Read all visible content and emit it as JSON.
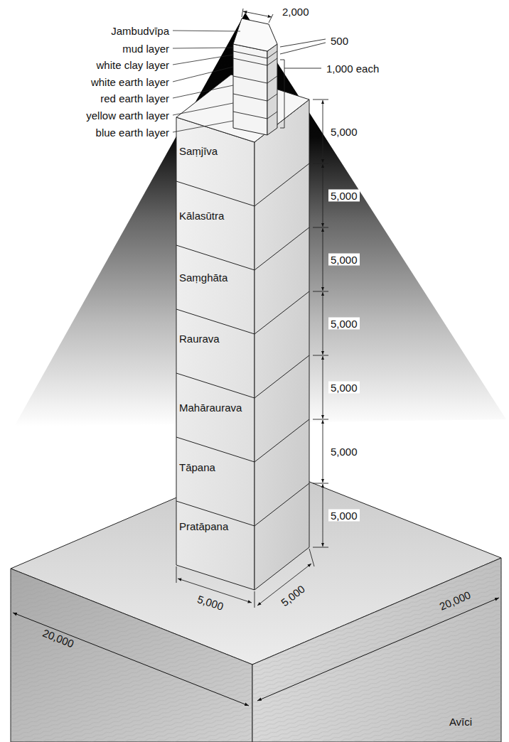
{
  "diagram": {
    "labels": [
      "Jambudvīpa",
      "mud layer",
      "white clay layer",
      "white earth layer",
      "red earth layer",
      "yellow earth layer",
      "blue earth layer",
      "2,000",
      "500",
      "1,000 each",
      "5,000",
      "5,000",
      "5,000",
      "5,000",
      "5,000",
      "5,000",
      "5,000",
      "Saṃjīva",
      "Kālasūtra",
      "Saṃghāta",
      "Raurava",
      "Mahāraurava",
      "Tāpana",
      "Pratāpana",
      "5,000",
      "5,000",
      "20,000",
      "20,000",
      "Avīci"
    ]
  }
}
